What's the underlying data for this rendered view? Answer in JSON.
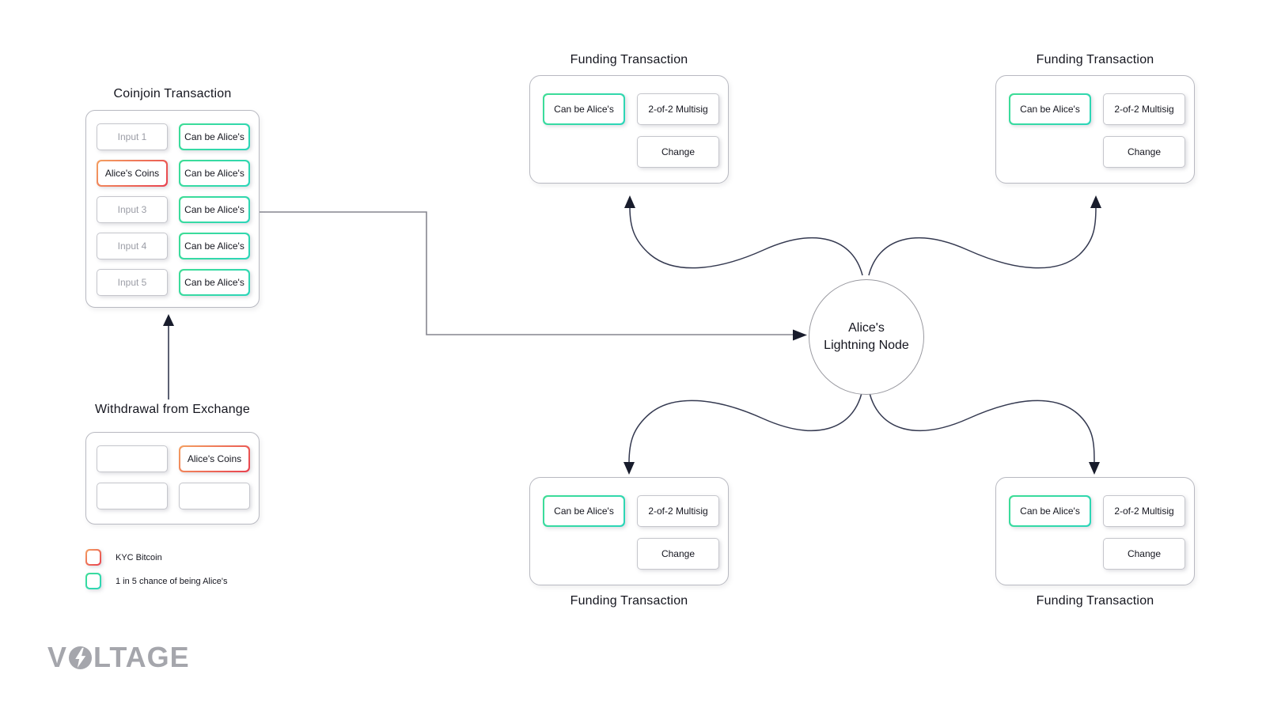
{
  "coinjoin": {
    "title": "Coinjoin Transaction",
    "inputs": [
      "Input 1",
      "Alice's Coins",
      "Input 3",
      "Input 4",
      "Input 5"
    ],
    "outputs": [
      "Can be Alice's",
      "Can be Alice's",
      "Can be Alice's",
      "Can be Alice's",
      "Can be Alice's"
    ]
  },
  "withdrawal": {
    "title": "Withdrawal from Exchange",
    "kyc_cell": "Alice's Coins"
  },
  "legend": {
    "items": [
      {
        "label": "KYC Bitcoin",
        "color_start": "#f4a061",
        "color_end": "#e8414f"
      },
      {
        "label": "1 in 5 chance of being Alice's",
        "color_start": "#3edd95",
        "color_end": "#2bd5b9"
      }
    ]
  },
  "node": {
    "line1": "Alice's",
    "line2": "Lightning Node"
  },
  "funding": {
    "title": "Funding Transaction",
    "can_be": "Can be Alice's",
    "multisig": "2-of-2 Multisig",
    "change": "Change"
  },
  "logo": {
    "v": "V",
    "rest": "LTAGE",
    "name": "VOLTAGE"
  },
  "colors": {
    "accent_green": "#2bd5b9",
    "accent_red": "#e8414f",
    "line_gray": "#86868f",
    "curve_dark": "#343950",
    "arrowhead": "#181c2c"
  }
}
